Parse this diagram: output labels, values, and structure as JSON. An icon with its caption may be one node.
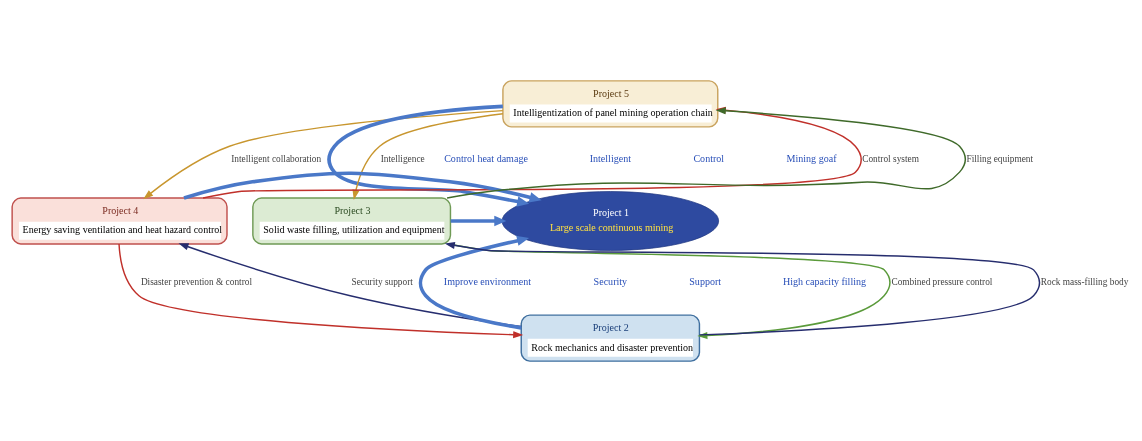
{
  "diagram": {
    "nodes": [
      {
        "text": [
          "Project 5",
          "Intelligentization of panel mining operation chain"
        ]
      },
      {
        "text": [
          "Project 4",
          "Energy saving ventilation and heat hazard control"
        ]
      },
      {
        "text": [
          "Project 1",
          "Large scale continuous mining"
        ]
      },
      {
        "text": [
          "Project 3",
          "Solid waste filling, utilization and equipment"
        ]
      },
      {
        "text": [
          "Project 2",
          "Rock mechanics and disaster prevention"
        ]
      }
    ],
    "edges": [
      {
        "from": 0,
        "to": 2,
        "arrow": "to",
        "style": "thick"
      },
      {
        "from": 1,
        "to": 2,
        "arrow": "to",
        "style": "thick"
      },
      {
        "from": 3,
        "to": 2,
        "arrow": "to",
        "style": "thick"
      },
      {
        "from": 4,
        "to": 2,
        "arrow": "to",
        "style": "thick"
      },
      {
        "from": 1,
        "to": 0,
        "arrow": "to",
        "label": "Control system",
        "color": "#c0302a"
      },
      {
        "from": 0,
        "to": 1,
        "arrow": "to",
        "label": "Intelligent collaboration",
        "color": "#c8962e"
      },
      {
        "from": 0,
        "to": 3,
        "arrow": "to",
        "label": "Intelligence",
        "color": "#c8962e"
      },
      {
        "from": 3,
        "to": 0,
        "arrow": "to",
        "label": "Filling equipment",
        "color": "#3f6a2a"
      },
      {
        "from": 1,
        "to": 4,
        "arrow": "to",
        "label": "Disaster prevention & control",
        "color": "#c0302a"
      },
      {
        "from": 4,
        "to": 1,
        "arrow": "to",
        "label": "Security support",
        "color": "#262d6e"
      },
      {
        "from": 4,
        "to": 3,
        "arrow": "to",
        "label": "Rock mass-filling body",
        "color": "#262d6e"
      },
      {
        "from": 3,
        "to": 4,
        "arrow": "to",
        "label": "Combined pressure control",
        "color": "#5a9a3a"
      }
    ],
    "labels": [
      "Intelligent",
      "Control",
      "Control heat damage",
      "Mining goaf",
      "Improve environment",
      "High capacity filling",
      "Security",
      "Support"
    ]
  }
}
